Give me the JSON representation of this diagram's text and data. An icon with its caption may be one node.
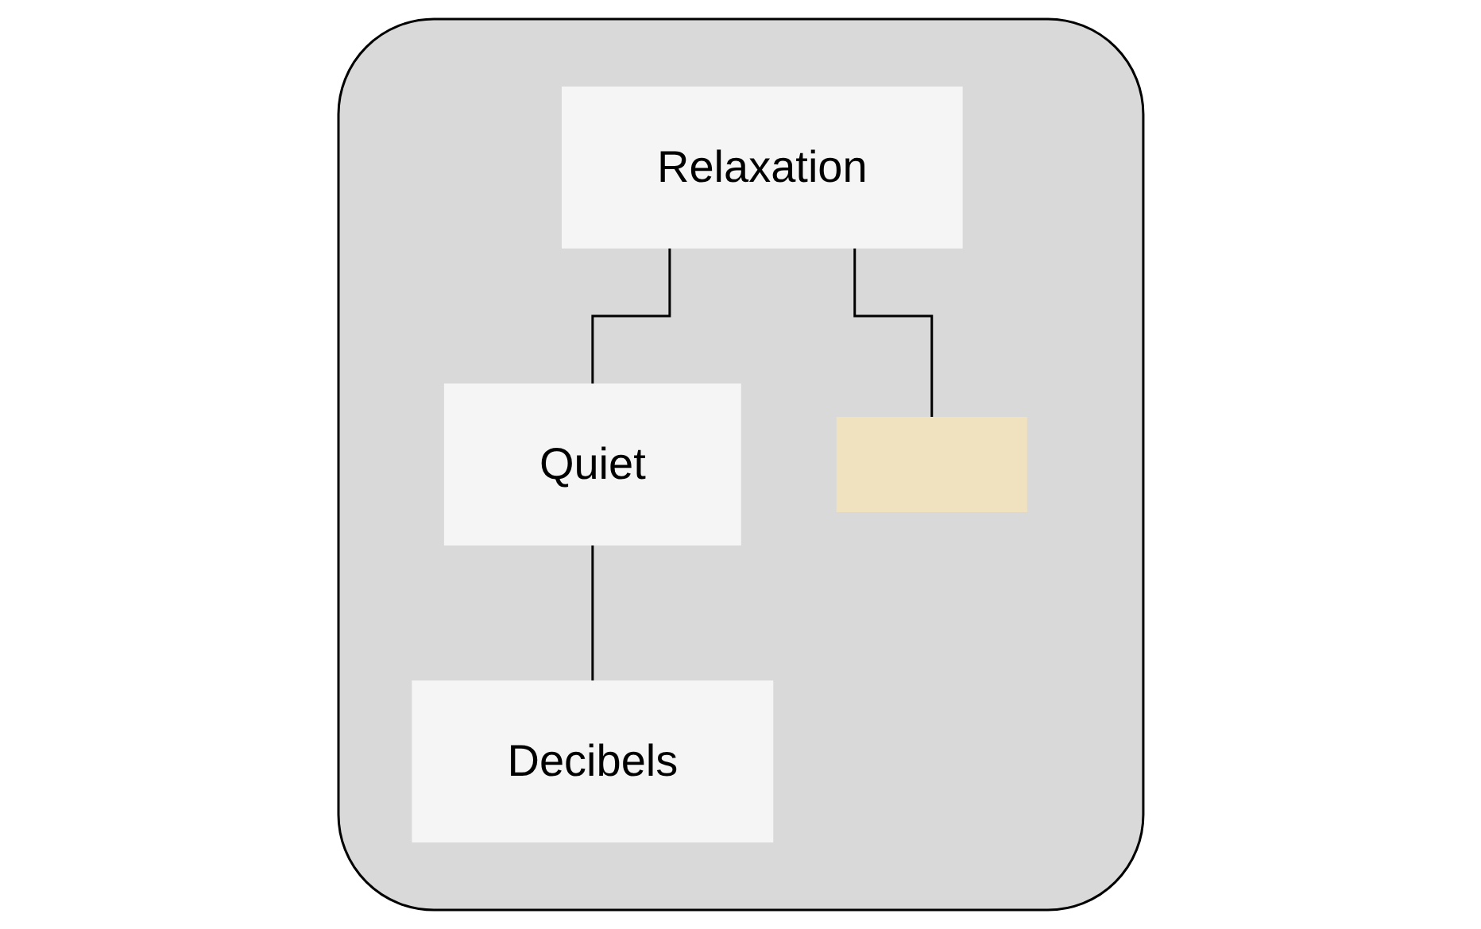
{
  "diagram": {
    "nodes": [
      {
        "text": [],
        "shape": "cloud"
      },
      {
        "text": [
          "Relaxation"
        ],
        "in": 0
      },
      {
        "text": [
          "Quiet"
        ],
        "in": 0
      },
      {
        "text": [],
        "shape": "box",
        "in": 0
      },
      {
        "text": [
          "Decibels"
        ],
        "in": 0
      }
    ],
    "edges": [
      {
        "from": 1,
        "to": 2,
        "arrow": "none"
      },
      {
        "from": 1,
        "to": 3,
        "arrow": "none"
      },
      {
        "from": 2,
        "to": 4,
        "arrow": "none"
      }
    ]
  }
}
